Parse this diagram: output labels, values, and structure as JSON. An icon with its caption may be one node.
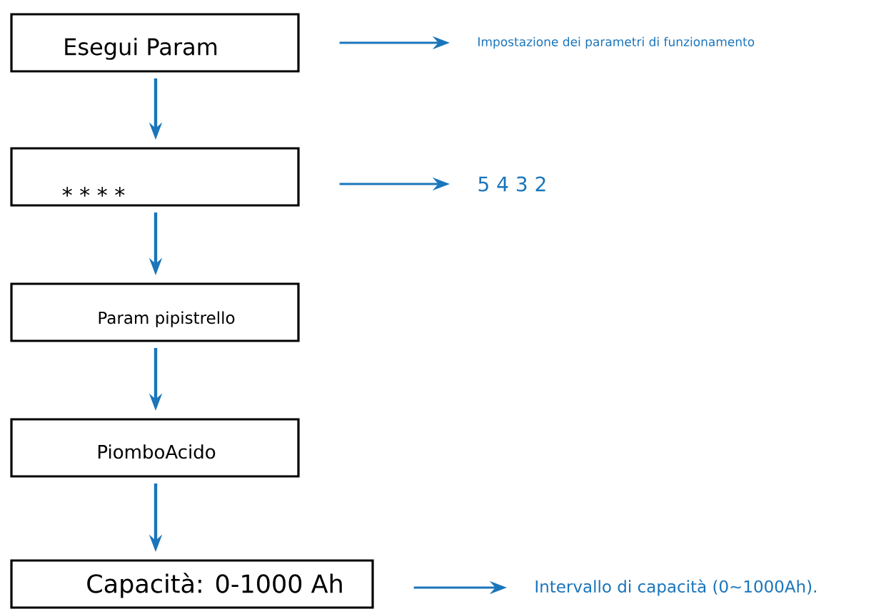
{
  "diagram": {
    "nodes": [
      {
        "text": [
          "Esegui Param"
        ]
      },
      {
        "text": [
          "* * * *"
        ]
      },
      {
        "text": [
          "Param pipistrello"
        ]
      },
      {
        "text": [
          "PiomboAcido"
        ]
      },
      {
        "text": [
          "Capacità: 0-1000 Ah"
        ]
      },
      {
        "text": [
          "Impostazione dei parametri di funzionamento"
        ]
      },
      {
        "text": [
          "5 4 3 2"
        ]
      },
      {
        "text": [
          "Intervallo di capacità (0~1000Ah)."
        ]
      }
    ],
    "edges": [
      {
        "from": 0,
        "to": 1,
        "arrow": "to"
      },
      {
        "from": 1,
        "to": 2,
        "arrow": "to"
      },
      {
        "from": 2,
        "to": 3,
        "arrow": "to"
      },
      {
        "from": 3,
        "to": 4,
        "arrow": "to"
      },
      {
        "from": 0,
        "to": 5,
        "arrow": "to"
      },
      {
        "from": 1,
        "to": 6,
        "arrow": "to"
      },
      {
        "from": 4,
        "to": 7,
        "arrow": "to"
      }
    ]
  }
}
